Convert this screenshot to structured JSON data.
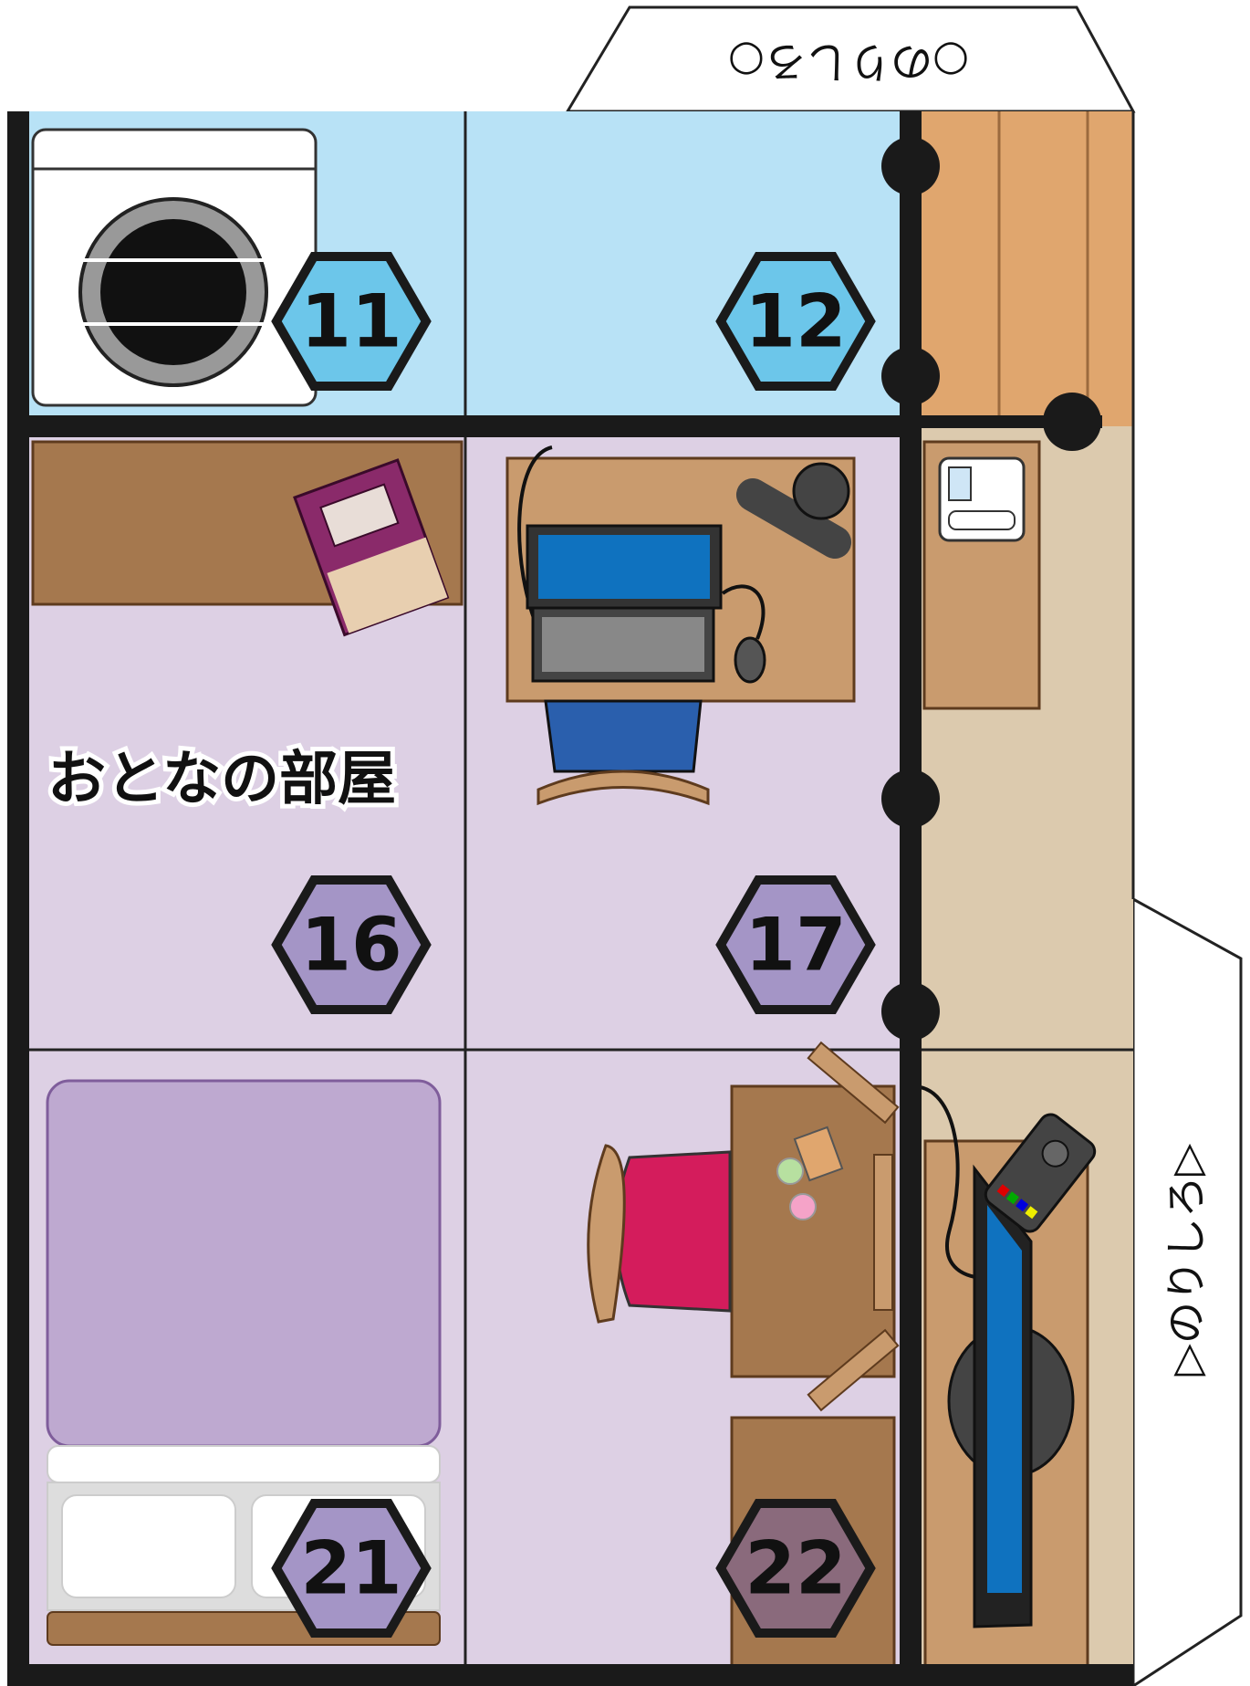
{
  "room_label": "おとなの部屋",
  "tab_top": "○のりしろ○",
  "tab_right": "▷のりしろ▷",
  "tiles": [
    {
      "number": "11",
      "color": "#6cc6ea"
    },
    {
      "number": "12",
      "color": "#6cc6ea"
    },
    {
      "number": "16",
      "color": "#a495c6"
    },
    {
      "number": "17",
      "color": "#a495c6"
    },
    {
      "number": "21",
      "color": "#a495c6"
    },
    {
      "number": "22",
      "color": "#8a6a7c"
    }
  ],
  "colors": {
    "bathroom_floor": "#b8e2f6",
    "bedroom_floor": "#ddd0e4",
    "hallway_floor": "#dccaae",
    "stairs": "#e0a66e",
    "wall": "#1a1a1a",
    "furniture_wood": "#c99b6e",
    "shelf_wood": "#a5784e",
    "bed_cover": "#bea9d0",
    "chair_blue": "#2a5fad",
    "cushion_red": "#d41c5c",
    "screen_blue": "#0f72bf"
  },
  "icons": [
    "washing-machine-icon",
    "book-icon",
    "laptop-icon",
    "mouse-icon",
    "desk-lamp-icon",
    "intercom-icon",
    "remote-control-icon",
    "tv-icon",
    "bed-icon",
    "chair-icon"
  ]
}
